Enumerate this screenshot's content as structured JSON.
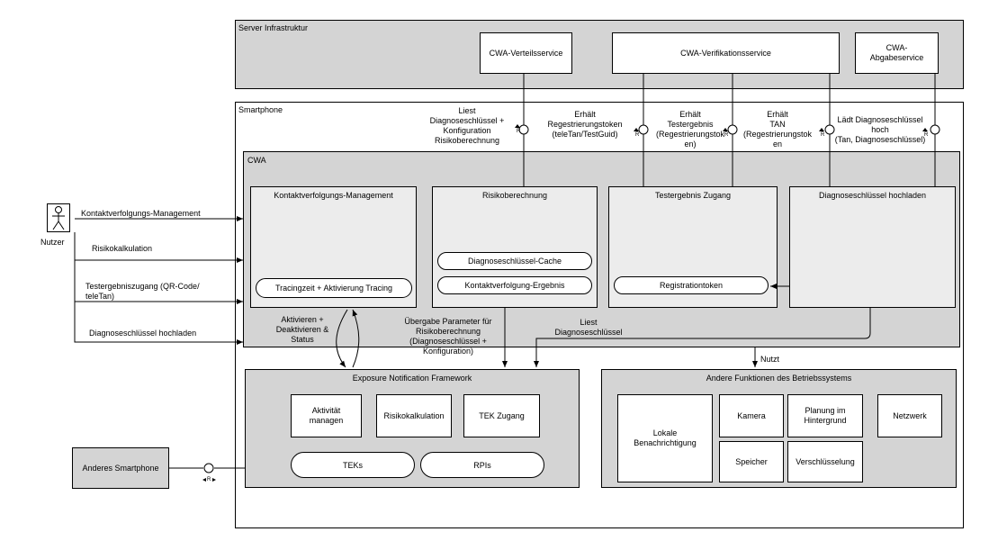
{
  "server": {
    "label": "Server Infrastruktur",
    "verteilservice": "CWA-Verteilsservice",
    "verifikationsservice": "CWA-Verifikationsservice",
    "abgabeservice_line1": "CWA-",
    "abgabeservice_line2": "Abgabeservice"
  },
  "smartphone": {
    "label": "Smartphone"
  },
  "interfaces": {
    "liest": [
      "Liest",
      "Diagnoseschlüssel +",
      "Konfiguration",
      "Risikoberechnung"
    ],
    "regtoken": [
      "Erhält",
      "Regestrierungstoken",
      "(teleTan/TestGuid)"
    ],
    "testergebnis": [
      "Erhält",
      "Testergebnis",
      "(Regestrierungstok",
      "en)"
    ],
    "tan": [
      "Erhält",
      "TAN",
      "(Regestrierungstok",
      "en"
    ],
    "hochladen": [
      "Lädt Diagnoseschlüssel",
      "hoch",
      "(Tan, Diagnoseschlüssel)"
    ],
    "r": "R"
  },
  "cwa": {
    "label": "CWA",
    "kontakt_title": "Kontaktverfolgungs-Management",
    "tracing": "Tracingzeit + Aktivierung Tracing",
    "risiko_title": "Risikoberechnung",
    "cache": "Diagnoseschlüssel-Cache",
    "ergebnis": "Kontaktverfolgung-Ergebnis",
    "testergebnis_title": "Testergebnis Zugang",
    "registrationtoken": "Registrationtoken",
    "diagnose_title": "Diagnoseschlüssel hochladen"
  },
  "actor": {
    "label": "Nutzer",
    "flows": [
      "Kontaktverfolgungs-Management",
      "Risikokalkulation",
      "Testergebniszugang (QR-Code/",
      "teleTan)",
      "Diagnoseschlüssel hochladen"
    ]
  },
  "connectors": {
    "aktivieren": [
      "Aktivieren +",
      "Deaktivieren &",
      "Status"
    ],
    "uebergabe": [
      "Übergabe Parameter für",
      "Risikoberechnung",
      "(Diagnoseschlüssel +",
      "Konfiguration)"
    ],
    "liest_diag": [
      "Liest",
      "Diagnoseschlüssel"
    ],
    "nutzt": "Nutzt"
  },
  "enf": {
    "label": "Exposure Notification Framework",
    "aktivitaet": [
      "Aktivität",
      "managen"
    ],
    "risikokalkulation": "Risikokalkulation",
    "tek_zugang": "TEK Zugang",
    "teks": "TEKs",
    "rpis": "RPIs"
  },
  "os": {
    "label": "Andere Funktionen des Betriebssystems",
    "lokale": [
      "Lokale",
      "Benachrichtigung"
    ],
    "kamera": "Kamera",
    "planung": [
      "Planung im",
      "Hintergrund"
    ],
    "netzwerk": "Netzwerk",
    "speicher": "Speicher",
    "verschluesselung": "Verschlüsselung"
  },
  "anderes": {
    "label": "Anderes Smartphone"
  }
}
